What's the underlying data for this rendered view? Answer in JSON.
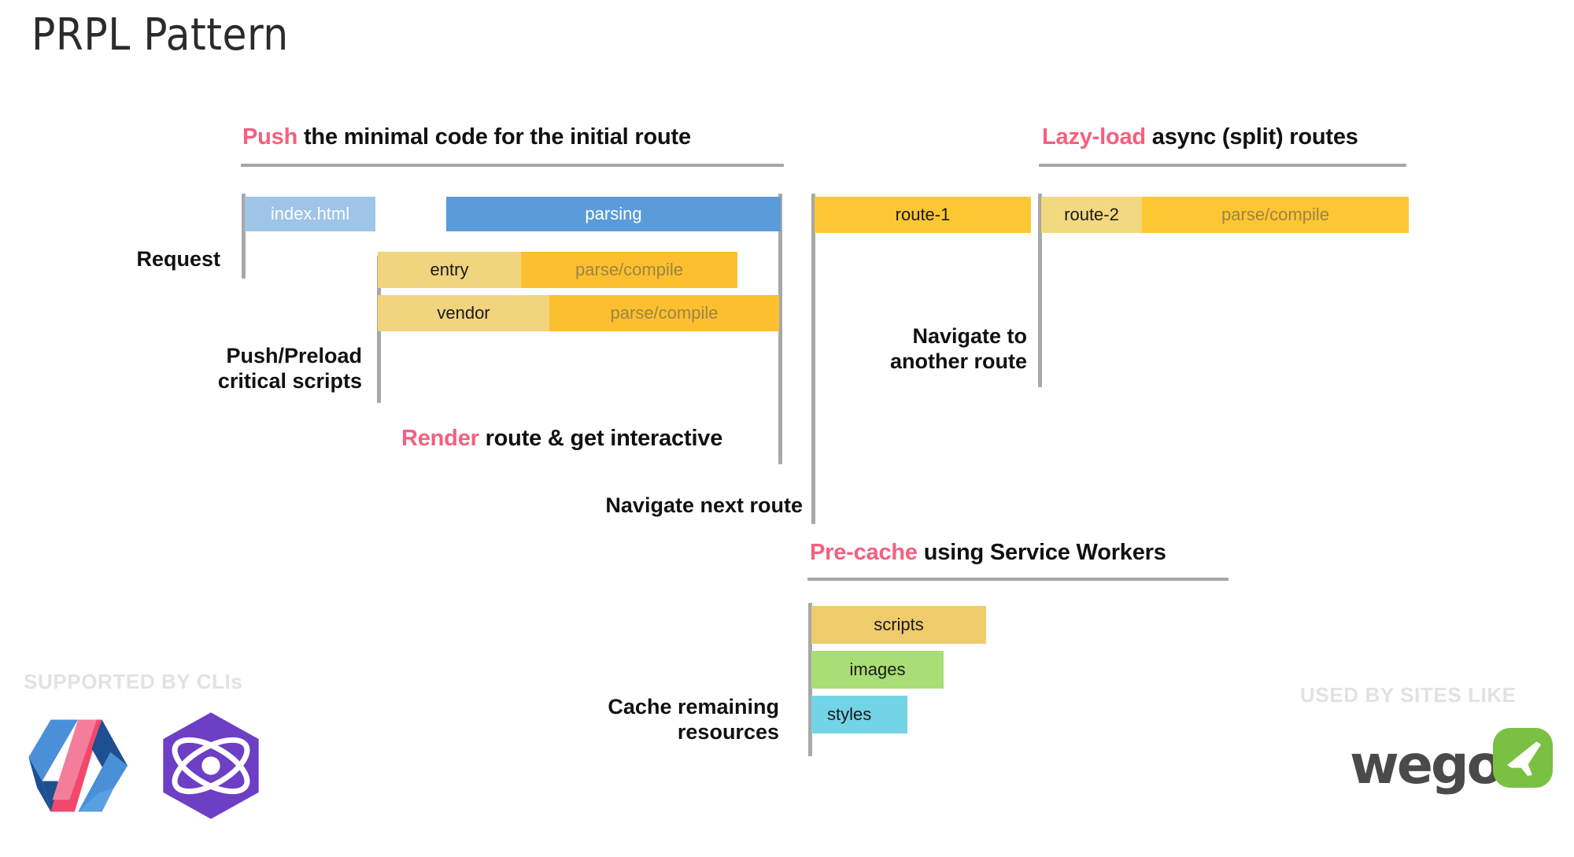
{
  "title": "PRPL Pattern",
  "sections": [
    {
      "key": "push",
      "keyword": "Push",
      "rest": " the minimal code for the initial route"
    },
    {
      "key": "lazyload",
      "keyword": "Lazy-load",
      "rest": " async (split) routes"
    },
    {
      "key": "render",
      "keyword": "Render",
      "rest": " route & get interactive"
    },
    {
      "key": "precache",
      "keyword": "Pre-cache",
      "rest": " using Service Workers"
    }
  ],
  "labels": {
    "request": "Request",
    "push_preload": "Push/Preload\ncritical scripts",
    "navigate_next": "Navigate next route",
    "navigate_another": "Navigate to\nanother route",
    "cache_remaining": "Cache remaining\nresources"
  },
  "bars": {
    "index_html": {
      "label": "index.html"
    },
    "parsing": {
      "label": "parsing"
    },
    "entry": {
      "label": "entry",
      "second": "parse/compile"
    },
    "vendor": {
      "label": "vendor",
      "second": "parse/compile"
    },
    "route1": {
      "label": "route-1"
    },
    "route2": {
      "label": "route-2",
      "second": "parse/compile"
    },
    "scripts": {
      "label": "scripts"
    },
    "images": {
      "label": "images"
    },
    "styles": {
      "label": "styles"
    }
  },
  "footer": {
    "left_caption": "SUPPORTED BY CLIs",
    "right_caption": "USED BY SITES LIKE",
    "wego": "wego"
  },
  "colors": {
    "keyword_pink": "#f5607f",
    "index_html_blue": "#9ec4e8",
    "parsing_blue": "#5b9bd9",
    "bundle_yellow": "#f0d47e",
    "parse_orange": "#fcc02e",
    "route_orange": "#fdc633",
    "scripts_gold": "#eecb6b",
    "images_green": "#a9dd75",
    "styles_cyan": "#73d4e7",
    "guide_grey": "#a8a8a8",
    "caption_grey": "#e2e2e2",
    "wego_green": "#7ac143",
    "wego_text": "#4a4a4a"
  }
}
